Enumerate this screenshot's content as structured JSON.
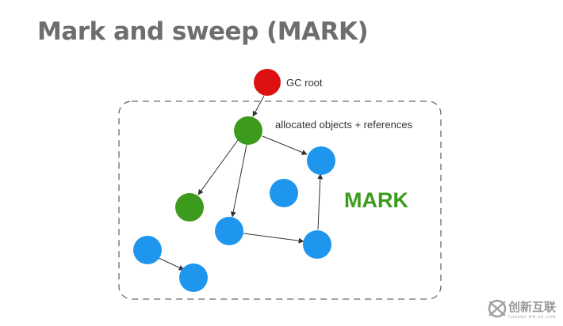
{
  "slide": {
    "title": "Mark and sweep (MARK)"
  },
  "diagram": {
    "gc_root_label": "GC root",
    "allocated_label": "allocated objects + references",
    "phase_label": "MARK",
    "nodes": [
      {
        "id": "root",
        "kind": "gc-root",
        "color": "#dd1111"
      },
      {
        "id": "g1",
        "kind": "marked",
        "color": "#3c9a1c"
      },
      {
        "id": "g2",
        "kind": "marked",
        "color": "#3c9a1c"
      },
      {
        "id": "b1",
        "kind": "unmarked",
        "color": "#1e96ee"
      },
      {
        "id": "b2",
        "kind": "unmarked",
        "color": "#1e96ee"
      },
      {
        "id": "b3",
        "kind": "unmarked",
        "color": "#1e96ee"
      },
      {
        "id": "b4",
        "kind": "unmarked",
        "color": "#1e96ee"
      },
      {
        "id": "b5",
        "kind": "unmarked",
        "color": "#1e96ee"
      },
      {
        "id": "b6",
        "kind": "unmarked",
        "color": "#1e96ee"
      }
    ],
    "edges": [
      {
        "from": "root",
        "to": "g1"
      },
      {
        "from": "g1",
        "to": "b1"
      },
      {
        "from": "g1",
        "to": "g2"
      },
      {
        "from": "g1",
        "to": "b3"
      },
      {
        "from": "b3",
        "to": "b4"
      },
      {
        "from": "b4",
        "to": "b1"
      },
      {
        "from": "b5",
        "to": "b6"
      }
    ]
  },
  "watermark": {
    "text": "创新互联",
    "subtext": "CHUANG XIN HU LIAN",
    "logo_name": "chuangxin-hulian-logo"
  },
  "colors": {
    "title": "#6e6e6e",
    "mark_label": "#3c9a1c",
    "border_dash": "#6a6a6a",
    "arrow": "#333333"
  }
}
